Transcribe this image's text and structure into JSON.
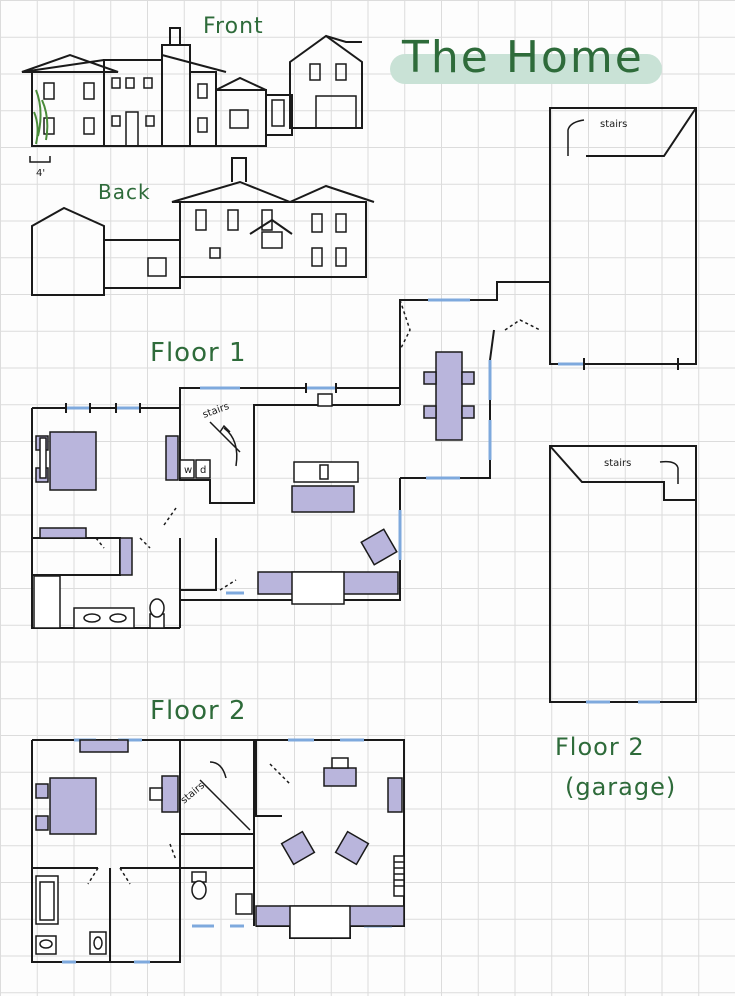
{
  "title": "The Home",
  "elevations": {
    "front_label": "Front",
    "back_label": "Back",
    "scale_label": "4'"
  },
  "floor1": {
    "label": "Floor 1",
    "stairs_label": "stairs",
    "washer_label": "w",
    "dryer_label": "d"
  },
  "floor2": {
    "label": "Floor 2",
    "stairs_label": "stairs"
  },
  "garage": {
    "label_line1": "Floor 2",
    "label_line2": "(garage)",
    "stairs_upper_label": "stairs",
    "stairs_lower_label": "stairs"
  },
  "colors": {
    "ink": "#1a1a1a",
    "label_green": "#2e6b3a",
    "highlight": "#c9e2d6",
    "furniture": "#b9b5dc",
    "window_blue": "#7ea9dd",
    "grid": "#dcdcdc"
  }
}
